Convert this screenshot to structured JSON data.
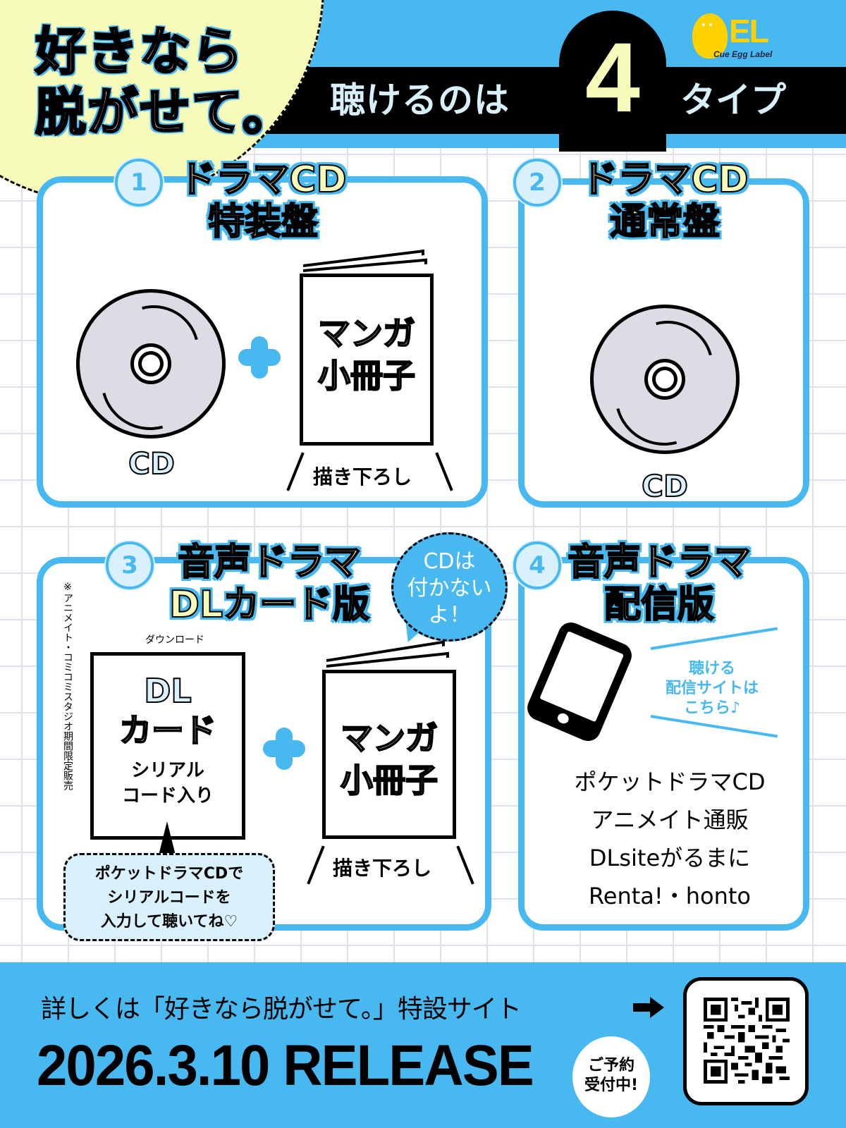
{
  "header": {
    "title_line1": "好きなら",
    "title_line2": "脱がせて。",
    "subtitle_before": "聴けるのは",
    "subtitle_number": "4",
    "subtitle_after": "タイプ",
    "logo_mark": "EL",
    "logo_text": "Cue Egg Label"
  },
  "colors": {
    "accent_blue": "#48b9f0",
    "pale_yellow": "#f7fbba",
    "pale_blue": "#d9f1fd",
    "logo_yellow": "#fed200"
  },
  "panels": [
    {
      "number": "1",
      "title_line1": "ドラマCD",
      "title_line2": "特装盤",
      "items": [
        {
          "type": "cd",
          "label": "CD"
        },
        {
          "type": "booklet",
          "label_line1": "マンガ",
          "label_line2": "小冊子",
          "caption": "描き下ろし"
        }
      ]
    },
    {
      "number": "2",
      "title_line1": "ドラマCD",
      "title_line2": "通常盤",
      "items": [
        {
          "type": "cd",
          "label": "CD"
        }
      ]
    },
    {
      "number": "3",
      "title_line1": "音声ドラマ",
      "title_line2": "DLカード版",
      "ruby": "ダウンロード",
      "side_note": "※アニメイト・コミコミスタジオ期間限定販売",
      "no_cd_bubble_line1": "CDは",
      "no_cd_bubble_line2": "付かない",
      "no_cd_bubble_line3": "よ！",
      "card_line1": "DL",
      "card_line2": "カード",
      "card_sub_line1": "シリアル",
      "card_sub_line2": "コード入り",
      "serial_note_line1": "ポケットドラマCDで",
      "serial_note_line2": "シリアルコードを",
      "serial_note_line3": "入力して聴いてね♡",
      "booklet_line1": "マンガ",
      "booklet_line2": "小冊子",
      "booklet_caption": "描き下ろし"
    },
    {
      "number": "4",
      "title_line1": "音声ドラマ",
      "title_line2": "配信版",
      "sites_label_line1": "聴ける",
      "sites_label_line2": "配信サイトは",
      "sites_label_line3": "こちら♪",
      "sites": [
        "ポケットドラマCD",
        "アニメイト通販",
        "DLsiteがるまに",
        "Renta!・honto"
      ]
    }
  ],
  "footer": {
    "site_text": "詳しくは「好きなら脱がせて。」特設サイト",
    "release": "2026.3.10 RELEASE",
    "preorder_line1": "ご予約",
    "preorder_line2": "受付中!",
    "qr_label": "qr-code"
  }
}
